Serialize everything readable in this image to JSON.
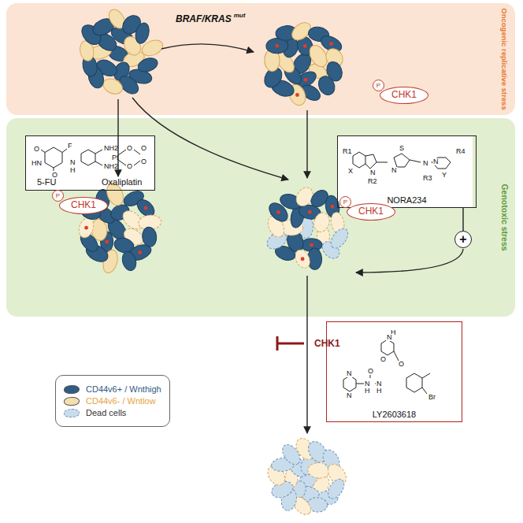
{
  "diagram": {
    "nodes": [
      {
        "text": [
          "Oncogenic replicative stress"
        ]
      },
      {
        "text": [
          "P",
          "CHK1"
        ],
        "in": 0
      },
      {
        "text": [
          "Genotoxic stress"
        ]
      },
      {
        "text": [
          "5-FU",
          "Oxaliplatin"
        ],
        "in": 2
      },
      {
        "text": [
          "NORA234"
        ],
        "in": 2
      },
      {
        "text": [
          "P",
          "CHK1"
        ],
        "in": 2
      },
      {
        "text": [
          "P",
          "CHK1"
        ],
        "in": 2
      },
      {
        "text": [
          "+"
        ],
        "in": 2
      },
      {
        "text": [
          "LY2603618"
        ]
      }
    ],
    "edges": [
      {
        "from": 4,
        "to": 7,
        "arrow": "none"
      }
    ],
    "labels": [
      "BRAF/KRAS",
      "mut",
      "F",
      "O",
      "HN",
      "O",
      "N",
      "H",
      "NH2",
      "NH2",
      "Pt",
      "O",
      "O",
      "O",
      "O",
      "R1",
      "X",
      "N",
      "R2",
      "S",
      "N",
      "N",
      "R3",
      "R4",
      "Y",
      "N",
      "H",
      "N",
      "O",
      "O",
      "N",
      "N",
      "N",
      "N",
      "H",
      "H",
      "O",
      "Br",
      "CHK1"
    ],
    "legend": [
      {
        "text": "CD44v6+ / Wnthigh",
        "color": "#2f5d84"
      },
      {
        "text": "CD44v6- / Wntlow",
        "color": "#f6dfae"
      },
      {
        "text": "Dead cells",
        "color": "#c8dcec"
      }
    ]
  }
}
